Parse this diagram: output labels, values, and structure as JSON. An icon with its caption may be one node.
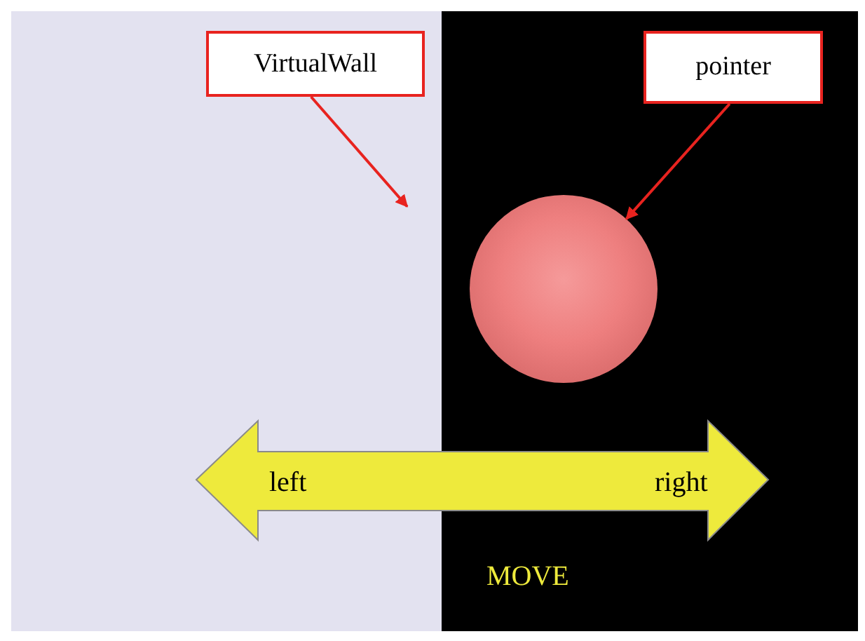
{
  "diagram": {
    "nodes": [
      {
        "text": [],
        "shape": "box"
      },
      {
        "text": [
          "VirtualWall"
        ],
        "in": 0
      },
      {
        "text": [
          "pointer"
        ]
      },
      {
        "text": [],
        "shape": "circle"
      }
    ],
    "edges": [
      {
        "from": 1,
        "to": 0,
        "arrow": "to",
        "color": "#e8231f"
      },
      {
        "from": 2,
        "to": 3,
        "arrow": "to",
        "color": "#e8231f"
      }
    ],
    "labels": [
      "left",
      "right",
      "MOVE"
    ]
  }
}
